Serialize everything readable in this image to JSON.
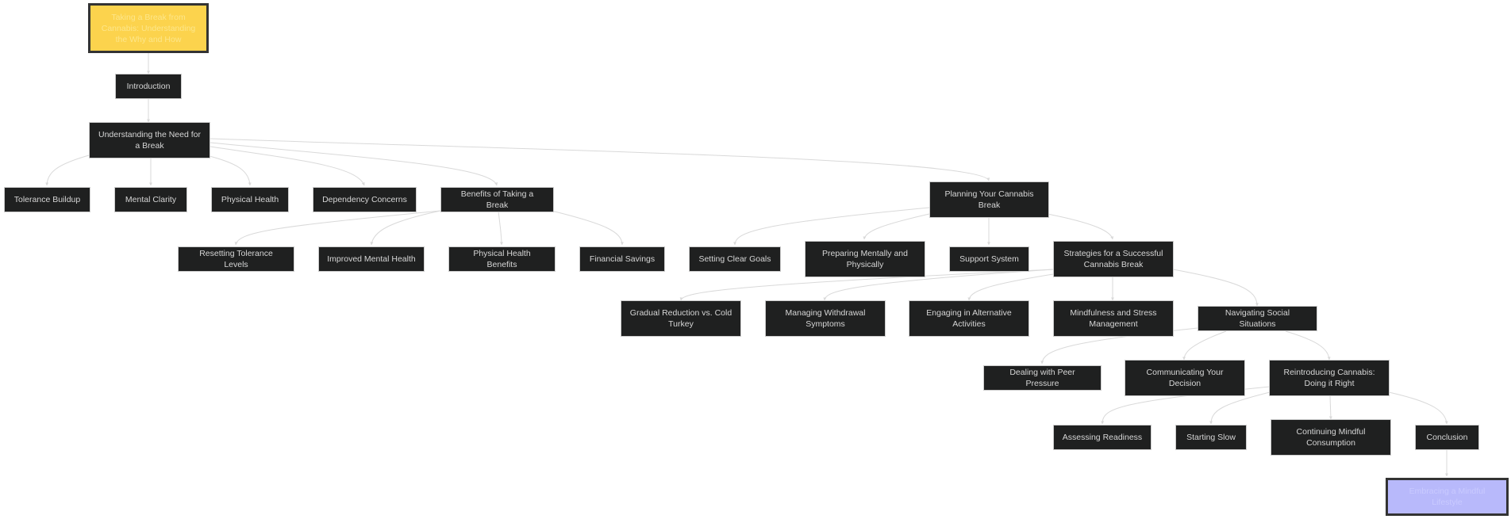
{
  "diagram": {
    "type": "flowchart",
    "colors": {
      "node_fill": "#1f2020",
      "node_text": "#d6d6d6",
      "edge": "#d9d9d9",
      "start_fill": "#fcd34d",
      "end_fill": "#b8b9fb"
    },
    "nodes": {
      "start": "Taking a Break from Cannabis: Understanding the Why and How",
      "intro": "Introduction",
      "understanding": "Understanding the Need for a Break",
      "tolerance": "Tolerance Buildup",
      "mental_clarity": "Mental Clarity",
      "physical_health": "Physical Health",
      "dependency": "Dependency Concerns",
      "benefits": "Benefits of Taking a Break",
      "planning": "Planning Your Cannabis Break",
      "resetting": "Resetting Tolerance Levels",
      "improved_mental": "Improved Mental Health",
      "physical_benefits": "Physical Health Benefits",
      "financial": "Financial Savings",
      "clear_goals": "Setting Clear Goals",
      "preparing": "Preparing Mentally and Physically",
      "support": "Support System",
      "strategies": "Strategies for a Successful Cannabis Break",
      "gradual": "Gradual Reduction vs. Cold Turkey",
      "withdrawal": "Managing Withdrawal Symptoms",
      "alternative": "Engaging in Alternative Activities",
      "mindfulness": "Mindfulness and Stress Management",
      "social": "Navigating Social Situations",
      "peer": "Dealing with Peer Pressure",
      "communicating": "Communicating Your Decision",
      "reintroducing": "Reintroducing Cannabis: Doing it Right",
      "assessing": "Assessing Readiness",
      "starting_slow": "Starting Slow",
      "continuing": "Continuing Mindful Consumption",
      "conclusion": "Conclusion",
      "end": "Embracing a Mindful Lifestyle"
    }
  }
}
